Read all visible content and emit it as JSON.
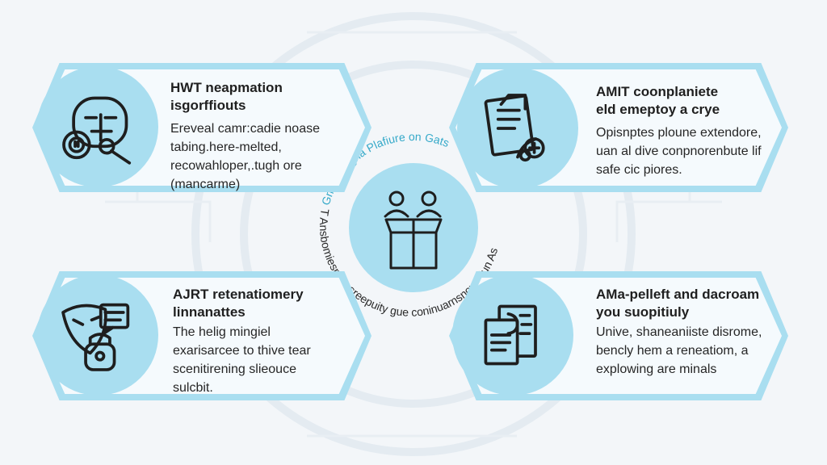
{
  "center": {
    "ring_text_teal": "Gmnnmagha Plafiure  on Gats",
    "ring_text_dark": "T Ansbomiesnets sreepuity  gue coninuarnsnoxpuiun As"
  },
  "cards": [
    {
      "id": "top-left",
      "title": "HWT neapmation\nisgorffiouts",
      "body": "Ereveal camr:cadie noase\ntabing.here-melted,\nrecowahloper,.tugh ore\n(mancarme)",
      "icon": "face-search-icon"
    },
    {
      "id": "top-right",
      "title": "AMIT coonplaniete\neld emeptoy a crye",
      "body": "Opisnptes ploune extendore,\nuan al dive conpnorenbute lif\nsafe cic piores.",
      "icon": "document-tools-icon"
    },
    {
      "id": "bottom-left",
      "title": "AJRT retenatiomery\nlinnanattes",
      "body": "The helig mingiel\nexarisarcee to thive tear\nscenitirening slieouce\nsulcbit.",
      "icon": "mask-speech-icon"
    },
    {
      "id": "bottom-right",
      "title": "AMa-pelleft and dacroam\nyou suopitiuly",
      "body": "Unive, shaneaniiste disrome,\nbencly hem a reneatiom, a\nexplowing are minals",
      "icon": "document-pages-icon"
    }
  ],
  "colors": {
    "card_border": "#a9def0",
    "accent_teal": "#35a9c9",
    "background": "#f3f6f9",
    "text": "#1f1f1f"
  }
}
